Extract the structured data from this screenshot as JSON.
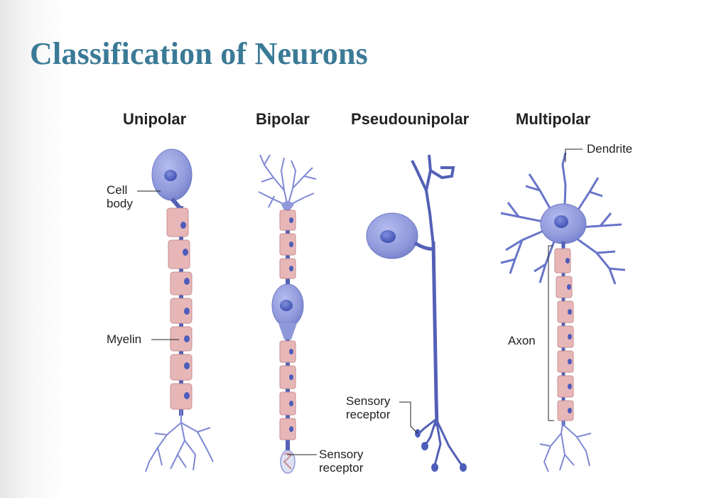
{
  "slide": {
    "title": "Classification of Neurons"
  },
  "neurons": [
    {
      "type": "Unipolar"
    },
    {
      "type": "Bipolar"
    },
    {
      "type": "Pseudounipolar"
    },
    {
      "type": "Multipolar"
    }
  ],
  "labels": {
    "cell_body_line1": "Cell",
    "cell_body_line2": "body",
    "myelin": "Myelin",
    "sensory_receptor_line1": "Sensory",
    "sensory_receptor_line2": "receptor",
    "dendrite": "Dendrite",
    "axon": "Axon"
  },
  "colors": {
    "title": "#3b7a96",
    "axon": "#5360b6",
    "cell_body": "#8f98da",
    "nucleus": "#4d5dbb",
    "myelin": "#e7b7b8",
    "myelin_border": "#c98e92"
  }
}
